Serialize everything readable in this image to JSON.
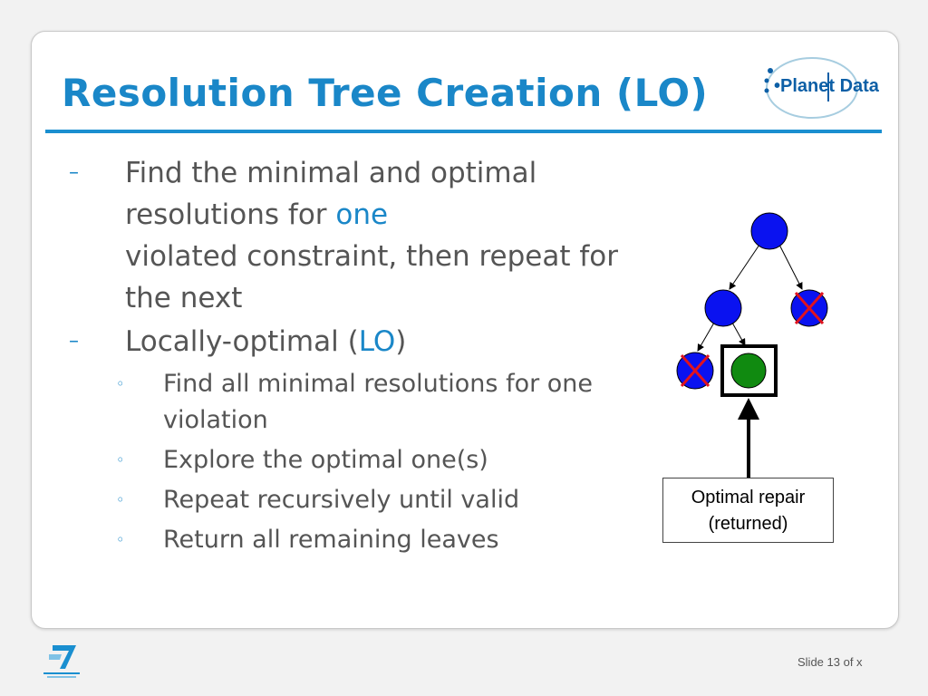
{
  "slide": {
    "title": "Resolution Tree Creation (LO)",
    "logo_text": "•Planet Data",
    "bullets": [
      {
        "parts": [
          "Find the minimal and optimal resolutions for ",
          "one",
          " violated constraint, then repeat for the next"
        ]
      },
      {
        "parts": [
          "Locally-optimal (",
          "LO",
          ")"
        ],
        "sub_bullets": [
          "Find all minimal resolutions for one violation",
          "Explore the optimal one(s)",
          "Repeat recursively until valid",
          "Return all remaining leaves"
        ]
      }
    ],
    "callout_line1": "Optimal repair",
    "callout_line2": "(returned)",
    "footer": "Slide 13 of x",
    "bullet_marker": "–",
    "sub_bullet_marker": "◦"
  },
  "colors": {
    "accent": "#1a87c8",
    "node_blue": "#0a12f0",
    "node_green": "#108a10",
    "cross_red": "#e0121e"
  },
  "icons": [
    "planet-data-logo-icon",
    "fp7-logo-icon",
    "red-cross-icon"
  ]
}
